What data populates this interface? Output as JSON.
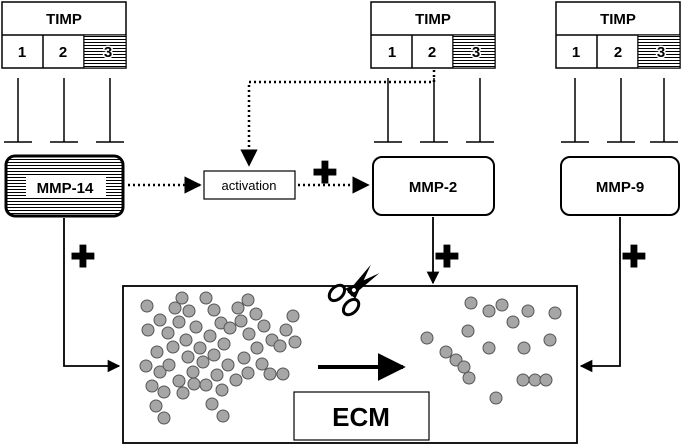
{
  "timp_groups": [
    {
      "title": "TIMP",
      "cells": [
        "1",
        "2",
        "3"
      ]
    },
    {
      "title": "TIMP",
      "cells": [
        "1",
        "2",
        "3"
      ]
    },
    {
      "title": "TIMP",
      "cells": [
        "1",
        "2",
        "3"
      ]
    }
  ],
  "enzymes": {
    "mmp14": "MMP-14",
    "mmp2": "MMP-2",
    "mmp9": "MMP-9"
  },
  "activation_label": "activation",
  "ecm_label": "ECM",
  "plus_sign": "✚",
  "icons": {
    "scissors": "scissors-icon"
  }
}
